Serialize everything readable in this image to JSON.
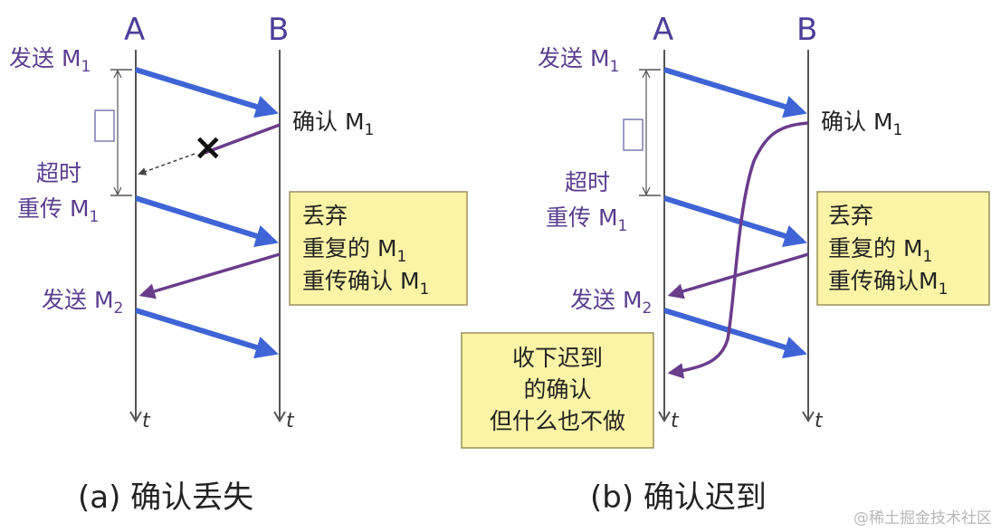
{
  "node_a": "A",
  "node_b": "B",
  "time_axis": "t",
  "msg_letter": "M",
  "sub_1": "1",
  "sub_2": "2",
  "send_label": "发送 M",
  "confirm_label": "确认 M",
  "timeout_label": "超时",
  "retransmit_label": "重传 M",
  "discard_label": "丢弃",
  "dup_label": "重复的 M",
  "reconfirm_label_a": "重传确认 M",
  "reconfirm_label_b": "重传确认M",
  "late_ack_line1": "收下迟到",
  "late_ack_line2": "的确认",
  "late_ack_line3": "但什么也不做",
  "lost_marker": "×",
  "caption_a": "(a) 确认丢失",
  "caption_b": "(b) 确认迟到",
  "watermark": "@稀土掘金技术社区",
  "colors": {
    "data_arrow": "#3f64d6",
    "ack_arrow": "#6a3c8c",
    "note_fill": "#fbf4a6",
    "label_text": "#5a3d8f"
  }
}
